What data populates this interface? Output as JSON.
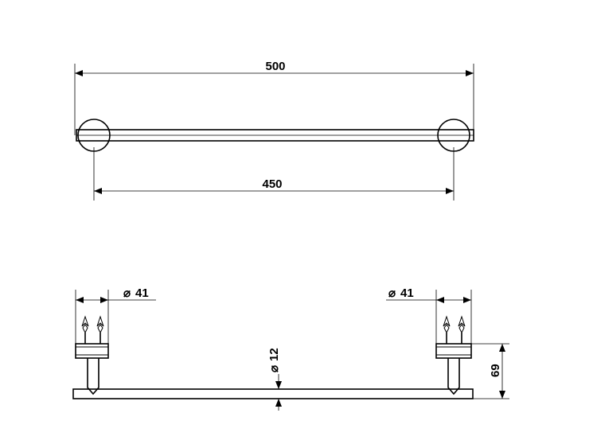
{
  "top_view": {
    "overall_length": "500",
    "mount_spacing": "450"
  },
  "front_view": {
    "left_mount_diameter": "41",
    "right_mount_diameter": "41",
    "rod_diameter": "12",
    "projection_depth": "69",
    "diameter_symbol": "⌀"
  },
  "colors": {
    "line": "#000000",
    "background": "#ffffff"
  }
}
